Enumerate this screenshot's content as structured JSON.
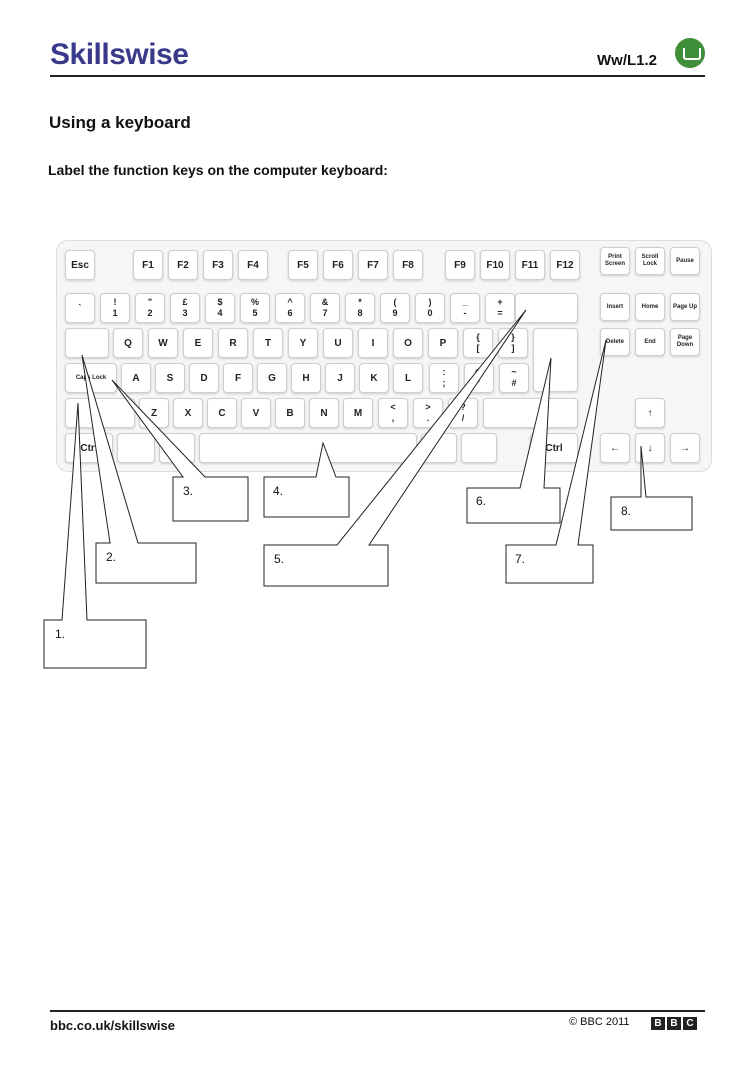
{
  "header": {
    "logo": "Skillswise",
    "code": "Ww/L1.2"
  },
  "title": "Using a keyboard",
  "instruction": "Label the function keys on the computer keyboard:",
  "keyboard": {
    "frow": [
      "Esc",
      "F1",
      "F2",
      "F3",
      "F4",
      "F5",
      "F6",
      "F7",
      "F8",
      "F9",
      "F10",
      "F11",
      "F12"
    ],
    "nav_top": [
      "Print Screen",
      "Scroll Lock",
      "Pause"
    ],
    "num_row": [
      [
        "`",
        ""
      ],
      [
        "!",
        "1"
      ],
      [
        "\"",
        "2"
      ],
      [
        "£",
        "3"
      ],
      [
        "$",
        "4"
      ],
      [
        "%",
        "5"
      ],
      [
        "^",
        "6"
      ],
      [
        "&",
        "7"
      ],
      [
        "*",
        "8"
      ],
      [
        "(",
        "9"
      ],
      [
        ")",
        "0"
      ],
      [
        "_",
        "-"
      ],
      [
        "+",
        "="
      ]
    ],
    "nav_mid1": [
      "Insert",
      "Home",
      "Page Up"
    ],
    "qrow": [
      "Q",
      "W",
      "E",
      "R",
      "T",
      "Y",
      "U",
      "I",
      "O",
      "P"
    ],
    "qrow_brackets": [
      [
        "{",
        "["
      ],
      [
        "}",
        "]"
      ]
    ],
    "nav_mid2": [
      "Delete",
      "End",
      "Page Down"
    ],
    "arow_caps": "Caps Lock",
    "arow": [
      "A",
      "S",
      "D",
      "F",
      "G",
      "H",
      "J",
      "K",
      "L"
    ],
    "arow_punct": [
      [
        ":",
        ";"
      ],
      [
        "@",
        "'"
      ],
      [
        "~",
        "#"
      ]
    ],
    "zrow": [
      "Z",
      "X",
      "C",
      "V",
      "B",
      "N",
      "M"
    ],
    "zrow_punct": [
      [
        "<",
        ","
      ],
      [
        ">",
        "."
      ],
      [
        "?",
        "/"
      ]
    ],
    "ctrl": "Ctrl",
    "arrows": {
      "up": "↑",
      "left": "←",
      "down": "↓",
      "right": "→"
    }
  },
  "callouts": [
    "1.",
    "2.",
    "3.",
    "4.",
    "5.",
    "6.",
    "7.",
    "8."
  ],
  "footer": {
    "url": "bbc.co.uk/skillswise",
    "copyright": "© BBC 2011",
    "bbc": [
      "B",
      "B",
      "C"
    ]
  }
}
